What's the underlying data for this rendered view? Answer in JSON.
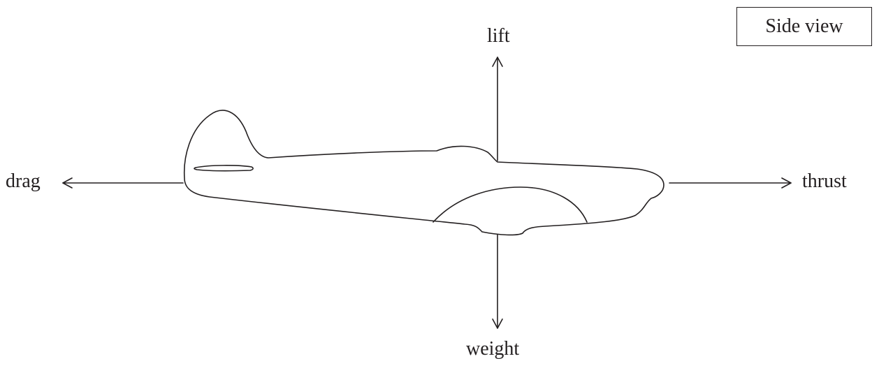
{
  "view_label": "Side view",
  "forces": {
    "lift": "lift",
    "weight": "weight",
    "drag": "drag",
    "thrust": "thrust"
  },
  "colors": {
    "line": "#231f20",
    "background": "#ffffff"
  }
}
